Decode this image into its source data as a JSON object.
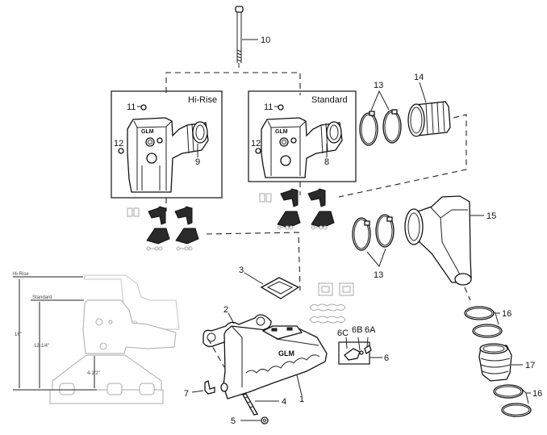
{
  "diagram": {
    "boxes": {
      "hi_rise": "Hi-Rise",
      "standard": "Standard"
    },
    "callouts": {
      "p1": "1",
      "p2": "2",
      "p3": "3",
      "p4": "4",
      "p5": "5",
      "p6": "6",
      "p6a": "6A",
      "p6b": "6B",
      "p6c": "6C",
      "p7": "7",
      "p8": "8",
      "p9": "9",
      "p10": "10",
      "p11a": "11",
      "p11b": "11",
      "p12a": "12",
      "p12b": "12",
      "p13a": "13",
      "p13b": "13",
      "p14": "14",
      "p15": "15",
      "p16a": "16",
      "p16b": "16",
      "p17": "17"
    },
    "brand_logo": "GLM",
    "dimensions": {
      "hi_rise_label": "Hi-Rise",
      "standard_label": "Standard",
      "hi_rise_height": "16\"",
      "standard_height": "12-1/4\"",
      "base_height": "4-1/2\""
    }
  }
}
